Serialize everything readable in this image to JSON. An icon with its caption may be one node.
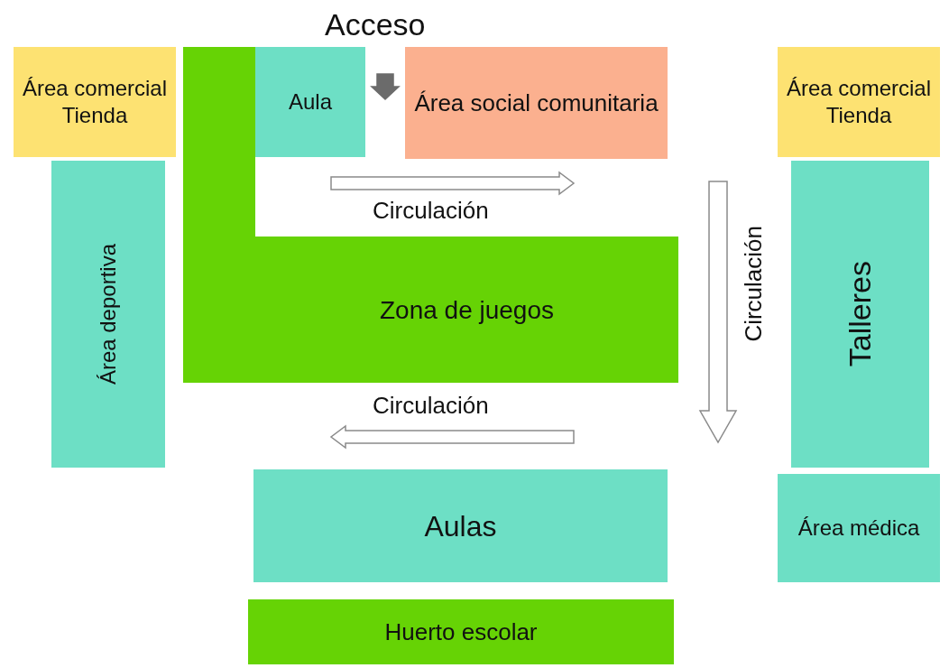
{
  "diagram": {
    "nodes": [
      {
        "text": [
          "Área comercial Tienda"
        ]
      },
      {
        "text": [
          "Área deportiva"
        ]
      },
      {
        "text": [
          "Zona de juegos"
        ]
      },
      {
        "text": [
          "Aula"
        ]
      },
      {
        "text": [
          "Área social comunitaria"
        ]
      },
      {
        "text": [
          "Área comercial Tienda"
        ]
      },
      {
        "text": [
          "Talleres"
        ]
      },
      {
        "text": [
          "Área médica"
        ]
      },
      {
        "text": [
          "Aulas"
        ]
      },
      {
        "text": [
          "Huerto escolar"
        ]
      }
    ],
    "edges": [],
    "labels": [
      "Acceso",
      "Circulación",
      "Circulación",
      "Circulación"
    ]
  }
}
